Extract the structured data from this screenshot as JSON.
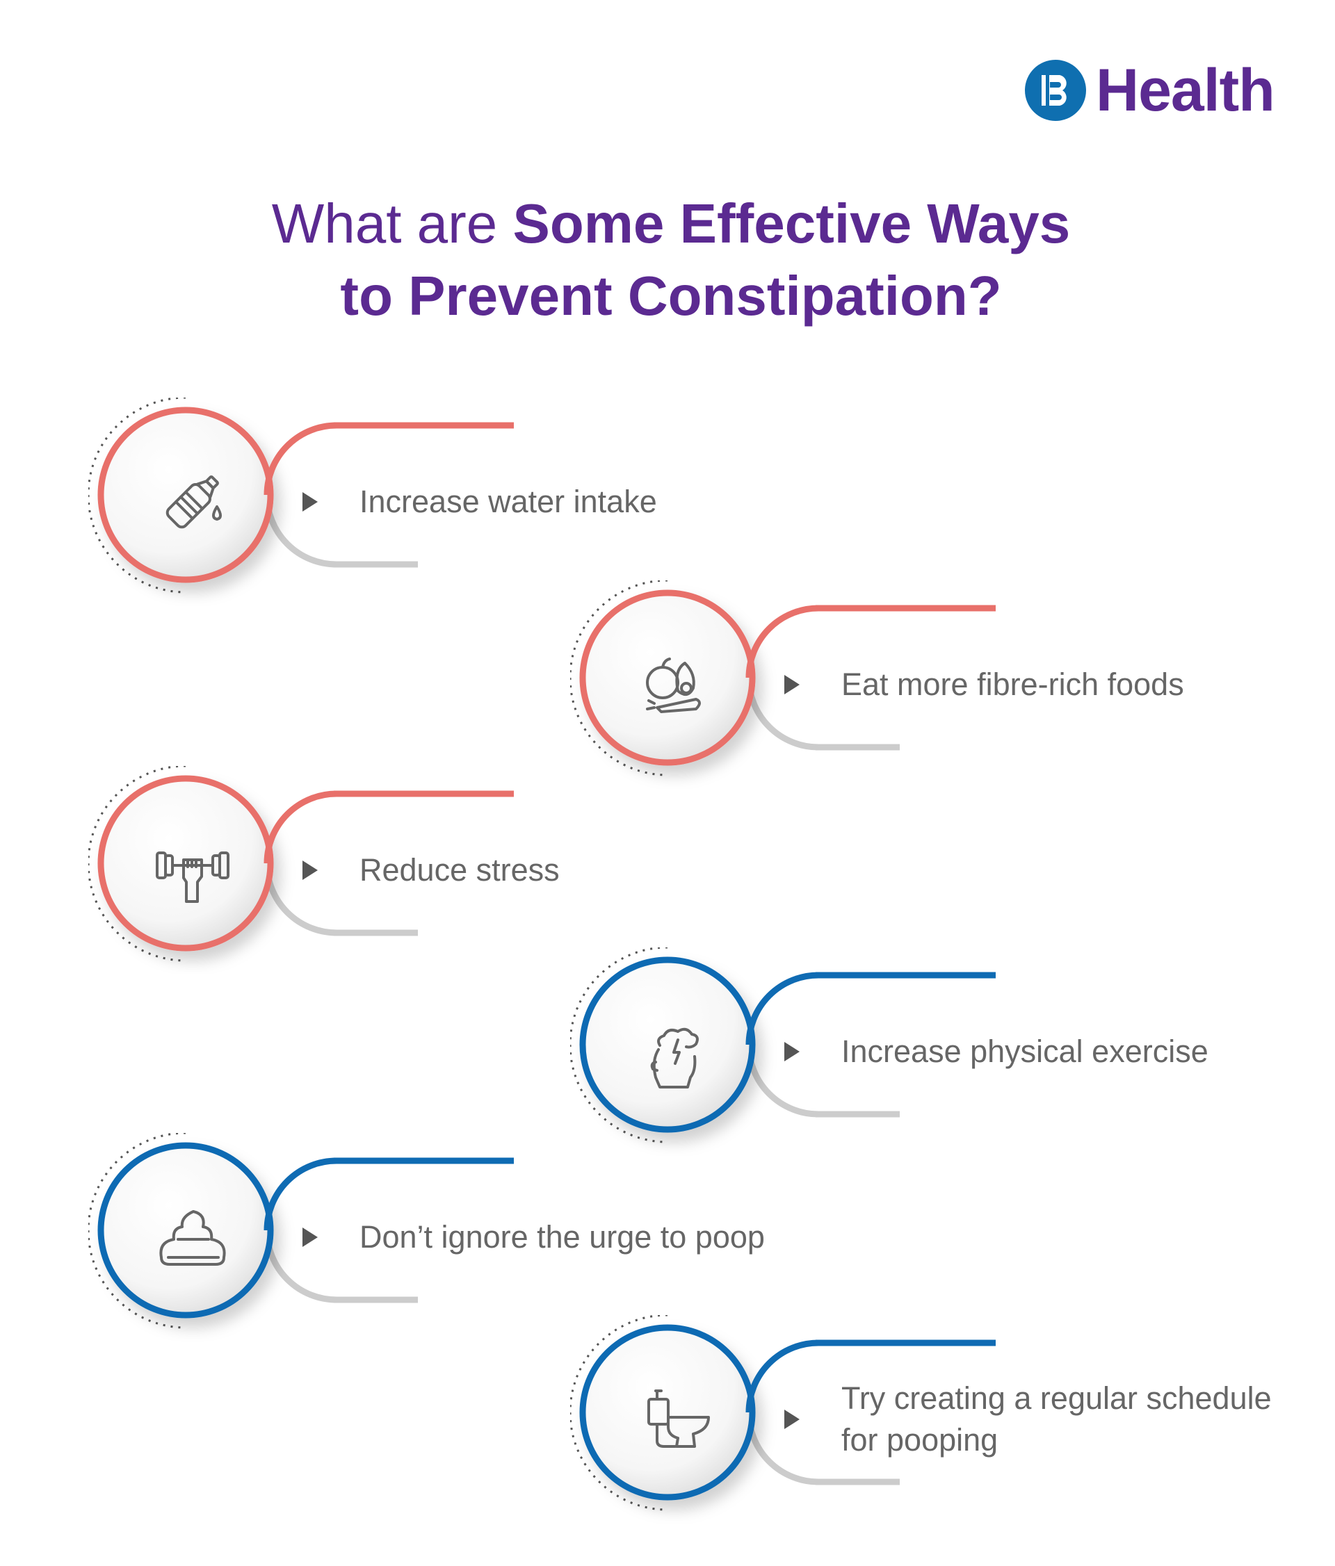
{
  "brand": {
    "logo_letter": "B",
    "name": "Health",
    "logo_color": "#0f6fb0",
    "text_color": "#5b2a91"
  },
  "title": {
    "line1_regular": "What are ",
    "line1_bold": "Some Effective Ways",
    "line2_bold": "to Prevent Constipation?"
  },
  "colors": {
    "red": "#e8706a",
    "blue": "#0f6bb3",
    "gray_line": "#cccccc",
    "text": "#666666"
  },
  "items": [
    {
      "label": "Increase water intake",
      "icon": "water-bottle-icon",
      "accent": "red"
    },
    {
      "label": "Eat more fibre-rich foods",
      "icon": "fruits-vegetables-icon",
      "accent": "red"
    },
    {
      "label": "Reduce stress",
      "icon": "dumbbell-icon",
      "accent": "red"
    },
    {
      "label": "Increase physical exercise",
      "icon": "stressed-head-icon",
      "accent": "blue"
    },
    {
      "label": "Don’t ignore the urge to poop",
      "icon": "poop-icon",
      "accent": "blue"
    },
    {
      "label": "Try creating a regular schedule for pooping",
      "icon": "toilet-icon",
      "accent": "blue"
    }
  ]
}
